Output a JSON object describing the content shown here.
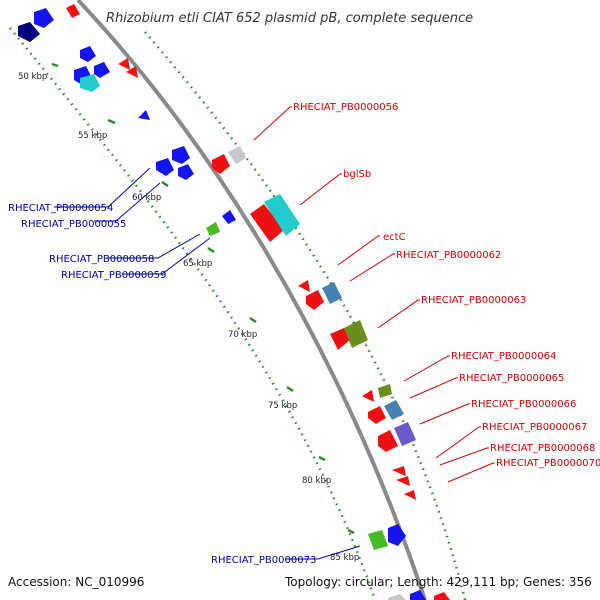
{
  "title": "Rhizobium etli CIAT 652 plasmid pB, complete sequence",
  "accession": "Accession: NC_010996",
  "summary": "Topology: circular; Length: 429,111 bp; Genes: 356",
  "ticks": [
    "50 kbp",
    "55 kbp",
    "60 kbp",
    "65 kbp",
    "70 kbp",
    "75 kbp",
    "80 kbp",
    "85 kbp"
  ],
  "genes_forward": [
    "RHECIAT_PB0000056",
    "bglSb",
    "ectC",
    "RHECIAT_PB0000062",
    "RHECIAT_PB0000063",
    "RHECIAT_PB0000064",
    "RHECIAT_PB0000065",
    "RHECIAT_PB0000066",
    "RHECIAT_PB0000067",
    "RHECIAT_PB0000068",
    "RHECIAT_PB0000070"
  ],
  "genes_reverse": [
    "RHECIAT_PB0000054",
    "RHECIAT_PB0000055",
    "RHECIAT_PB0000058",
    "RHECIAT_PB0000059",
    "RHECIAT_PB0000073"
  ],
  "colors": {
    "forward_label": "#cc0000",
    "reverse_label": "#0000aa",
    "backbone": "#8a8a8a",
    "dots": "#2a8a2a",
    "red": "#ee1111",
    "blue": "#1515ee",
    "cyan": "#22cccc",
    "green": "#44bb22",
    "olive": "#6b8e23",
    "purple": "#6a5acd",
    "steel": "#4682b4",
    "gray": "#c8c8c8",
    "navy": "#000080"
  }
}
